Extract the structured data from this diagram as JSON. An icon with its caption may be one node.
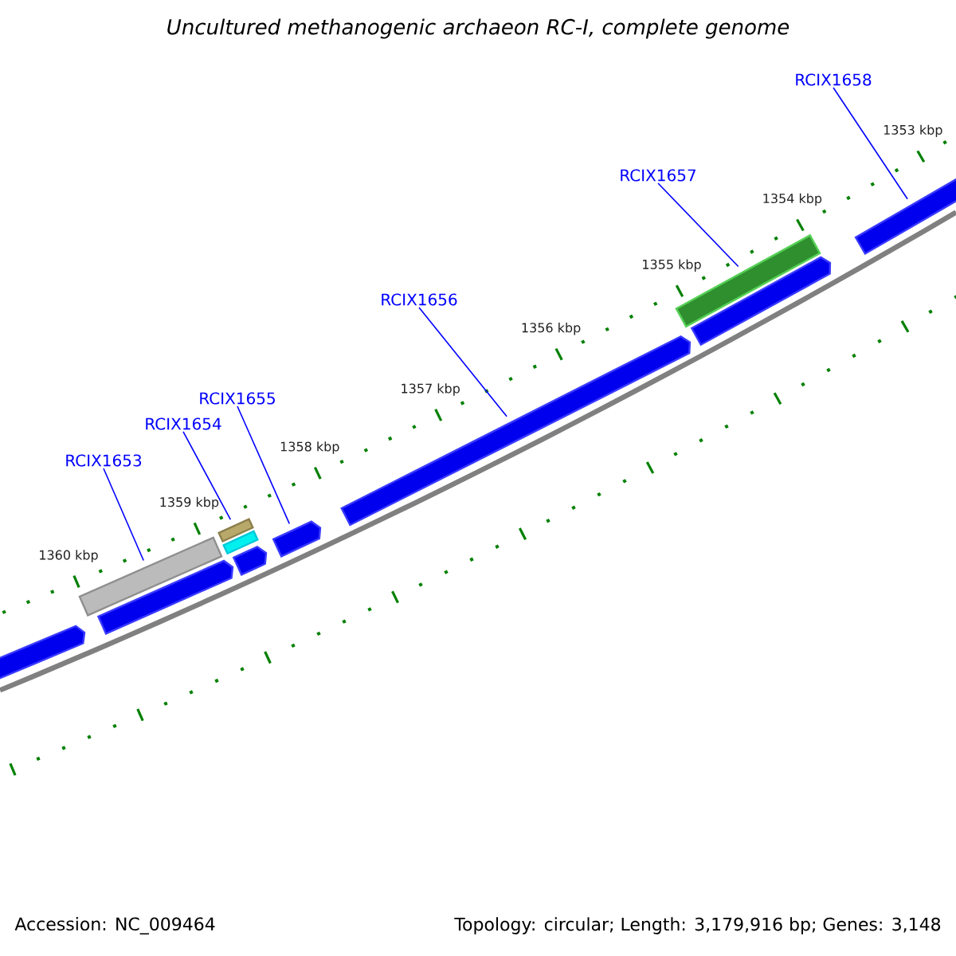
{
  "diagram": {
    "title": "Uncultured methanogenic archaeon RC-I, complete genome",
    "nodes": [
      {
        "text": [
          "RCIX1653"
        ]
      },
      {
        "text": [
          "RCIX1654"
        ]
      },
      {
        "text": [
          "RCIX1655"
        ]
      },
      {
        "text": [
          "RCIX1656"
        ]
      },
      {
        "text": [
          "RCIX1657"
        ]
      },
      {
        "text": [
          "RCIX1658"
        ]
      },
      {
        "text": [],
        "shape": "arrow"
      },
      {
        "text": [],
        "shape": "bar"
      },
      {
        "text": [],
        "shape": "arrow"
      },
      {
        "text": [],
        "shape": "bar"
      },
      {
        "text": [],
        "shape": "bar"
      },
      {
        "text": [],
        "shape": "arrow"
      },
      {
        "text": [],
        "shape": "arrow"
      },
      {
        "text": [],
        "shape": "arrow"
      },
      {
        "text": [],
        "shape": "bar"
      },
      {
        "text": [],
        "shape": "arrow"
      },
      {
        "text": [],
        "shape": "arrow"
      }
    ],
    "edges": [
      {
        "from": 0,
        "to": 7,
        "arrow": "none"
      },
      {
        "from": 1,
        "to": 9,
        "arrow": "none"
      },
      {
        "from": 2,
        "to": 12,
        "arrow": "none"
      },
      {
        "from": 3,
        "to": 13,
        "arrow": "none"
      },
      {
        "from": 4,
        "to": 14,
        "arrow": "none"
      },
      {
        "from": 5,
        "to": 16,
        "arrow": "none"
      }
    ],
    "labels": [
      "1353 kbp",
      "1354 kbp",
      "1355 kbp",
      "1356 kbp",
      "1357 kbp",
      "1358 kbp",
      "1359 kbp",
      "1360 kbp",
      "Accession: NC_009464",
      "Topology: circular; Length: 3,179,916 bp; Genes: 3,148"
    ]
  }
}
